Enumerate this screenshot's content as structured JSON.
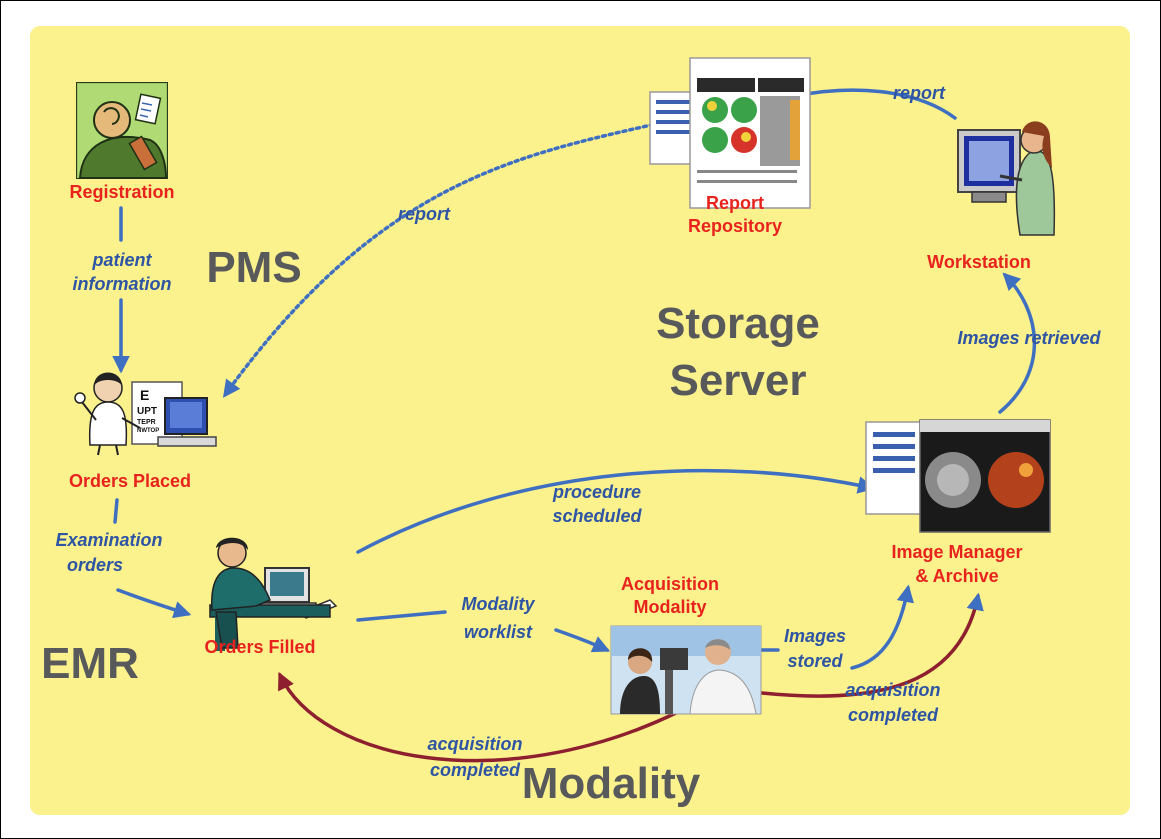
{
  "nodes": {
    "registration": "Registration",
    "orders_placed": "Orders Placed",
    "orders_filled": "Orders Filled",
    "report_repository": [
      "Report",
      "Repository"
    ],
    "workstation": "Workstation",
    "image_manager": [
      "Image Manager",
      "& Archive"
    ],
    "acquisition_modality": [
      "Acquisition",
      "Modality"
    ]
  },
  "zones": {
    "pms": "PMS",
    "storage_server": [
      "Storage",
      "Server"
    ],
    "emr": "EMR",
    "modality": "Modality"
  },
  "flows": {
    "patient_information": [
      "patient",
      "information"
    ],
    "report_dotted": "report",
    "report_top": "report",
    "images_retrieved": "Images retrieved",
    "examination_orders": [
      "Examination",
      "orders"
    ],
    "procedure_scheduled": [
      "procedure",
      "scheduled"
    ],
    "modality_worklist": [
      "Modality",
      "worklist"
    ],
    "images_stored": [
      "Images",
      "stored"
    ],
    "acq_completed_right": [
      "acquisition",
      "completed"
    ],
    "acq_completed_left": [
      "acquisition",
      "completed"
    ]
  },
  "colors": {
    "background": "#fbf18d",
    "node_label": "#e8231e",
    "flow_label": "#2e55a3",
    "zone_label": "#58595b",
    "arrow_blue": "#3f6fc0",
    "arrow_red": "#8e1f2e"
  }
}
